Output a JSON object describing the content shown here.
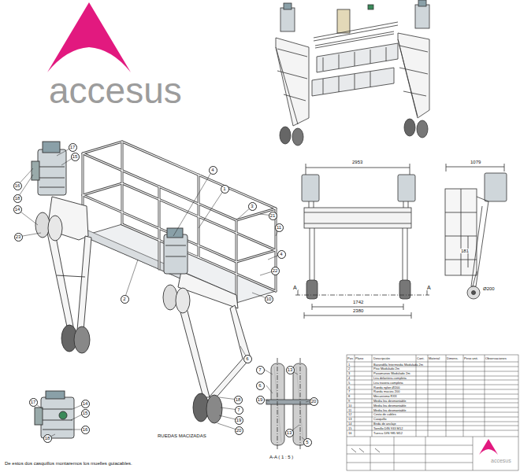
{
  "diagram": {
    "nodes": [
      {
        "text": [
          "17"
        ]
      },
      {
        "text": [
          "15"
        ]
      },
      {
        "text": [
          "16"
        ]
      },
      {
        "text": [
          "18"
        ]
      },
      {
        "text": [
          "14"
        ]
      },
      {
        "text": [
          "23"
        ]
      },
      {
        "text": [
          "4"
        ]
      },
      {
        "text": [
          "1"
        ]
      },
      {
        "text": [
          "3"
        ]
      },
      {
        "text": [
          "21"
        ]
      },
      {
        "text": [
          "11"
        ]
      },
      {
        "text": [
          "4"
        ]
      },
      {
        "text": [
          "22"
        ]
      },
      {
        "text": [
          "10"
        ]
      },
      {
        "text": [
          "2"
        ]
      },
      {
        "text": [
          "6"
        ]
      },
      {
        "text": [
          "17"
        ]
      },
      {
        "text": [
          "14"
        ]
      },
      {
        "text": [
          "15"
        ]
      },
      {
        "text": [
          "16"
        ]
      },
      {
        "text": [
          "18"
        ]
      },
      {
        "text": [
          "18"
        ]
      },
      {
        "text": [
          "7"
        ]
      },
      {
        "text": [
          "19"
        ]
      },
      {
        "text": [
          "20"
        ]
      },
      {
        "text": [
          "7"
        ]
      },
      {
        "text": [
          "13"
        ]
      },
      {
        "text": [
          "6"
        ]
      },
      {
        "text": [
          "19"
        ]
      },
      {
        "text": [
          "20"
        ]
      },
      {
        "text": [
          "13"
        ]
      },
      {
        "text": [
          "5"
        ]
      }
    ],
    "labels": [
      "accesus",
      "2953",
      "1742",
      "2380",
      "A",
      "A",
      "1079",
      "181",
      "Ø200",
      "RUEDAS MACIZADAS",
      "A-A ( 1 : 5 )",
      "De estos dos casquillos montaremos los muelles guiacables.",
      "Pos",
      "Plano",
      "Descripción",
      "Cant.",
      "Material",
      "Dimens.",
      "Peso unit.",
      "Observaciones",
      "1",
      "Barandilla Intermedia Modulada 2m",
      "2",
      "Piso Modulado 2m",
      "3",
      "Pasamanos Modulado 2m",
      "4",
      "Lira delantera completa",
      "5",
      "Lira trasera completa",
      "6",
      "Rueda nylon Ø200",
      "7",
      "Rueda maciza 200",
      "8",
      "Mecanismo RXX",
      "9",
      "Media lira desmontable",
      "10",
      "Media lira desmontable",
      "11",
      "Media lira desmontable",
      "12",
      "Cesto de cables",
      "13",
      "Casquillo",
      "14",
      "Brida de anclaje",
      "15",
      "Tornillo DIN 933 M12",
      "16",
      "Tuerca DIN 985 M12",
      "accesus"
    ]
  }
}
